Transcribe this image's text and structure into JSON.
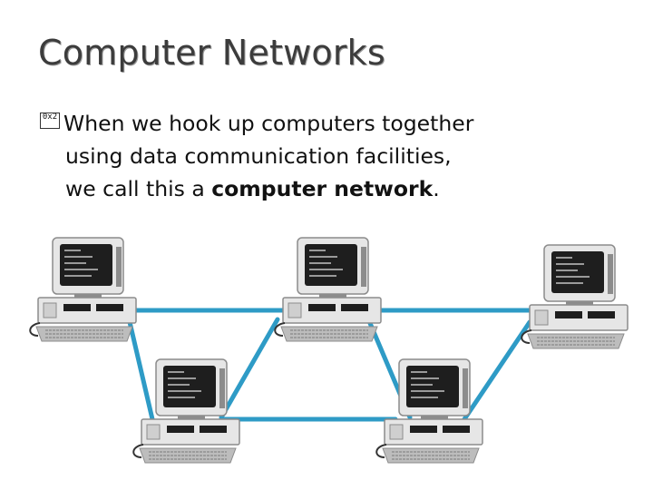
{
  "slide": {
    "title": "Computer Networks",
    "bullet_glyph": "0x2",
    "body": {
      "line1": "When we hook up computers together",
      "line2": "using data communication facilities,",
      "line3_prefix": "we call this a ",
      "line3_bold": "computer network",
      "line3_suffix": "."
    }
  },
  "diagram": {
    "link_color": "#2e9bc6",
    "computer_colors": {
      "case": "#e6e6e6",
      "shadow": "#8c8c8c",
      "screen": "#1e1e1e",
      "screen_text": "#9a9a9a"
    },
    "computers": [
      {
        "name": "computer-top-left"
      },
      {
        "name": "computer-top-center"
      },
      {
        "name": "computer-top-right"
      },
      {
        "name": "computer-bottom-left"
      },
      {
        "name": "computer-bottom-center"
      }
    ],
    "links": [
      {
        "from": "computer-top-left",
        "to": "computer-top-center"
      },
      {
        "from": "computer-top-center",
        "to": "computer-top-right"
      },
      {
        "from": "computer-top-left",
        "to": "computer-bottom-left"
      },
      {
        "from": "computer-top-center",
        "to": "computer-bottom-left"
      },
      {
        "from": "computer-top-center",
        "to": "computer-bottom-center"
      },
      {
        "from": "computer-bottom-left",
        "to": "computer-bottom-center"
      },
      {
        "from": "computer-bottom-center",
        "to": "computer-top-right"
      }
    ]
  }
}
